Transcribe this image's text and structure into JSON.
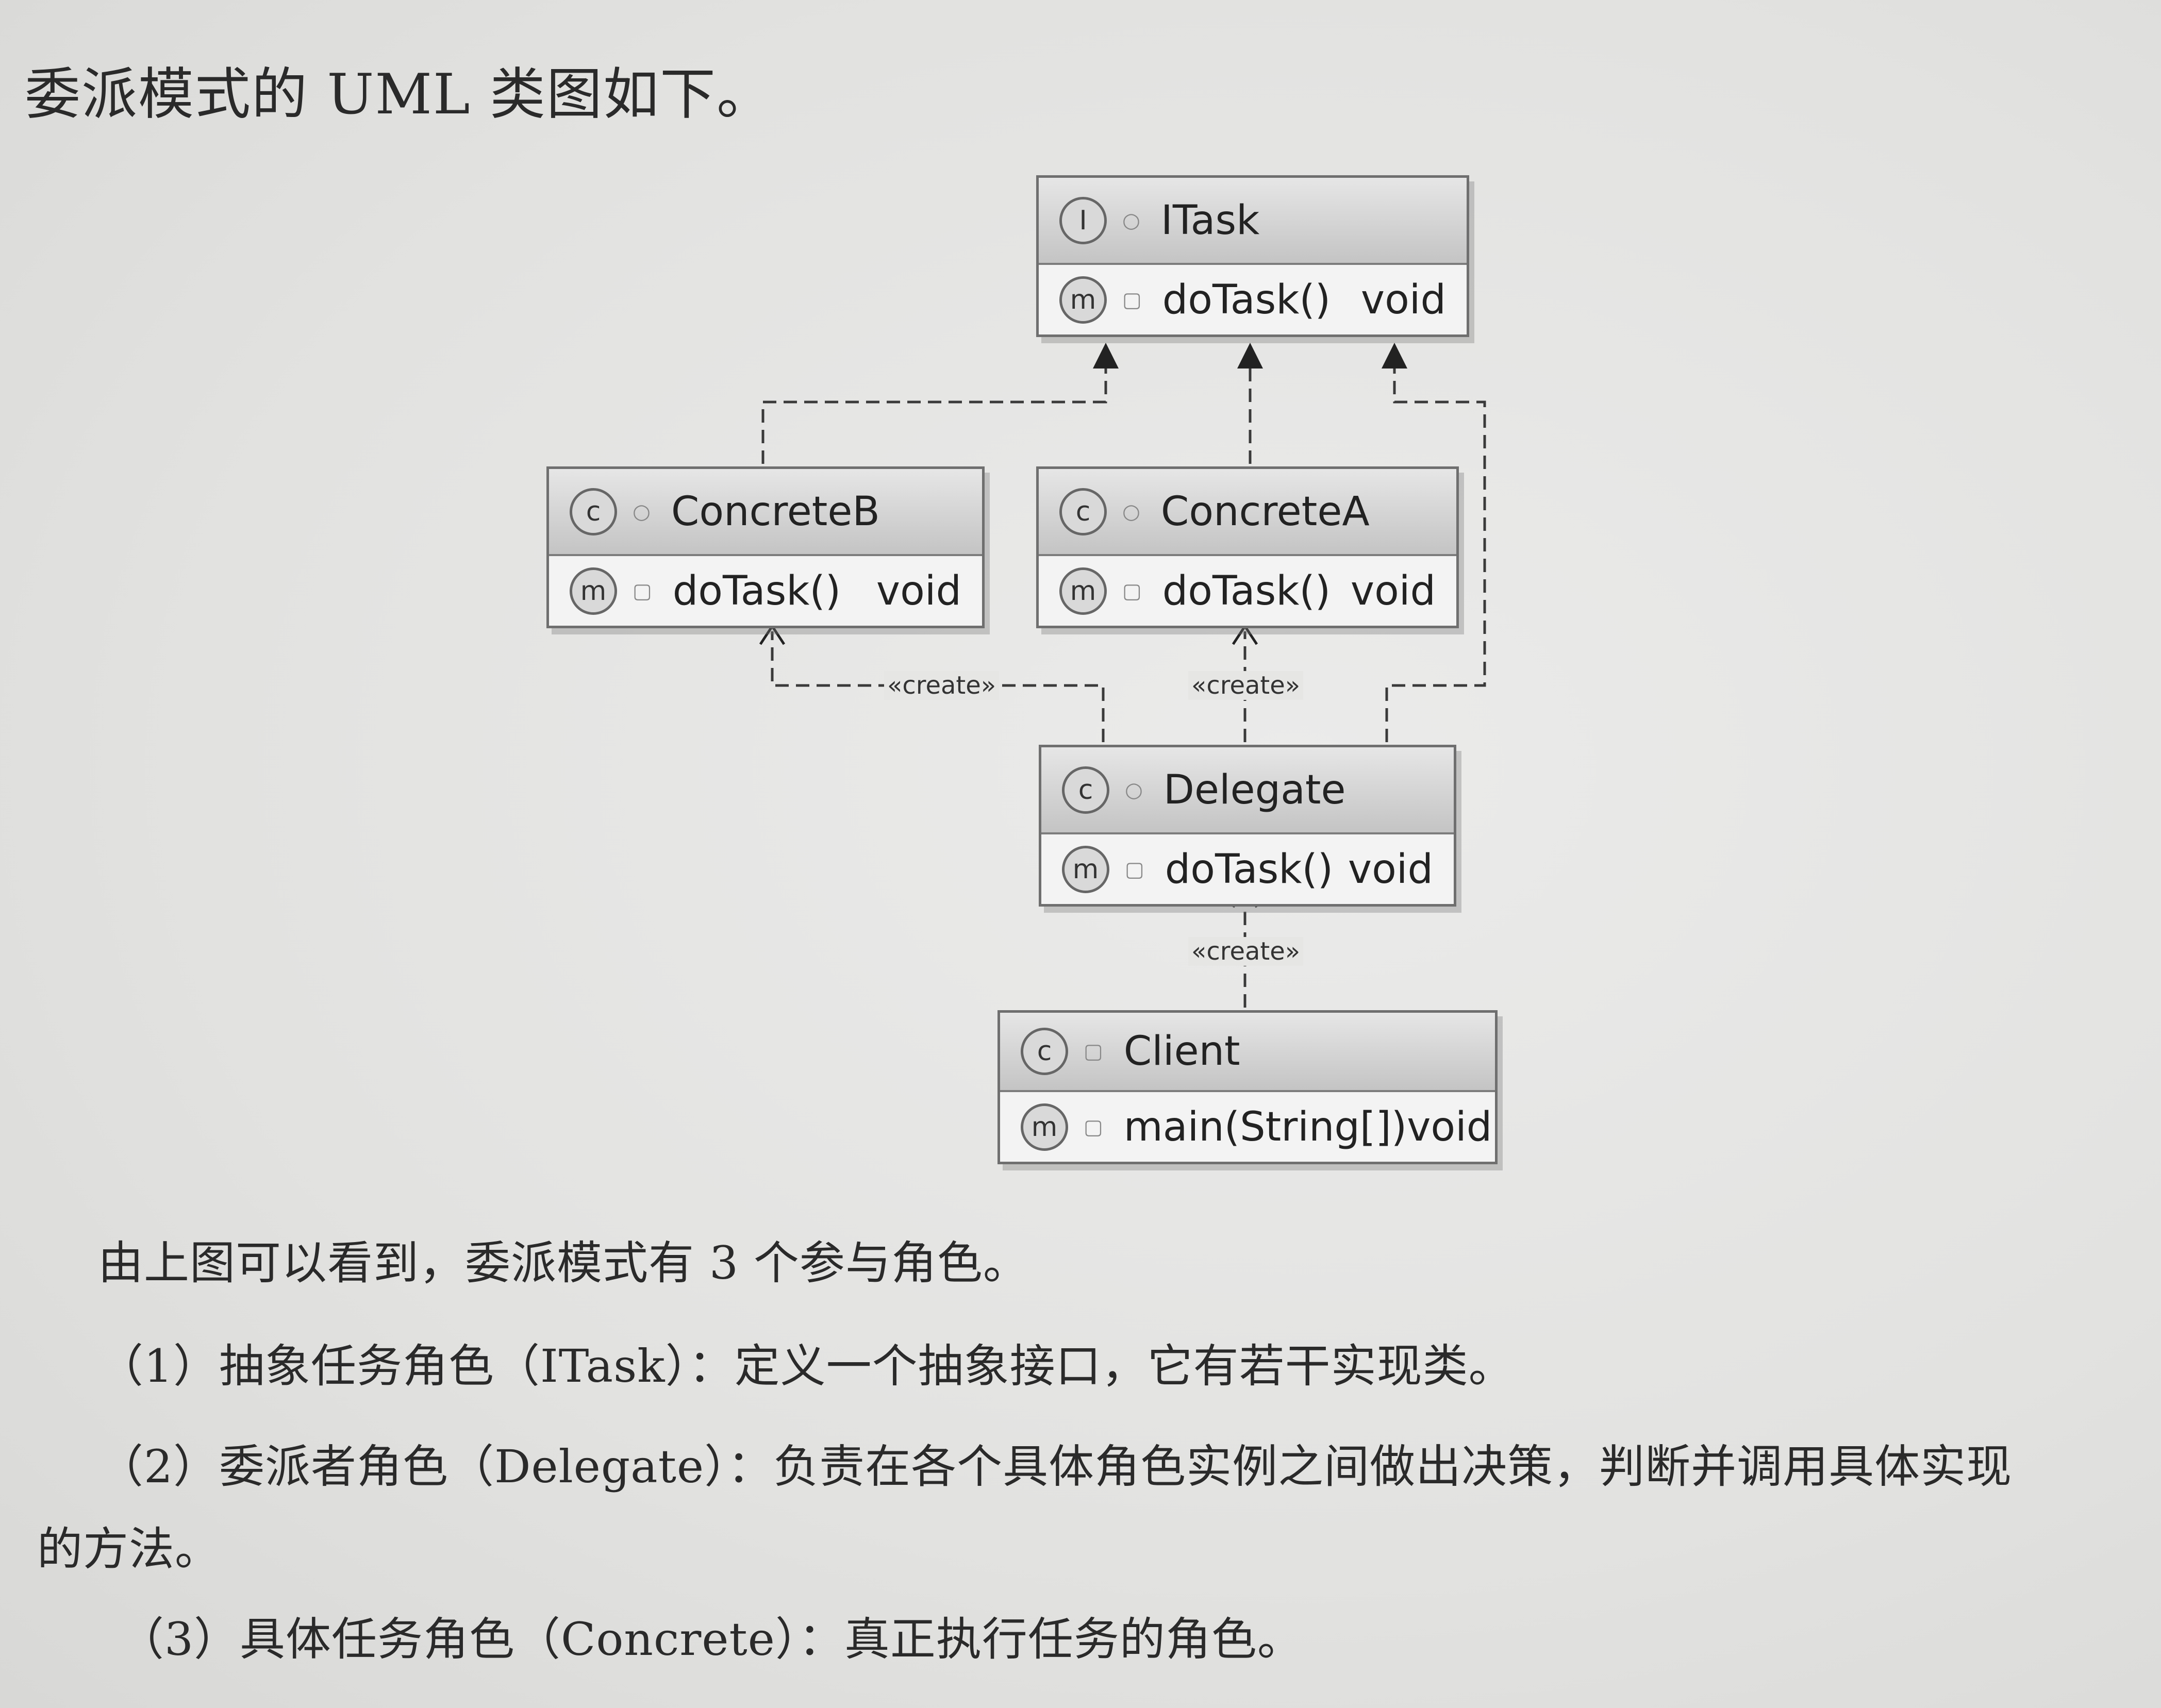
{
  "intro": "委派模式的 UML 类图如下。",
  "uml": {
    "classes": {
      "itask": {
        "icon": "I",
        "name": "ITask",
        "method": "doTask()",
        "ret": "void"
      },
      "concrete_b": {
        "icon": "c",
        "name": "ConcreteB",
        "method": "doTask()",
        "ret": "void"
      },
      "concrete_a": {
        "icon": "c",
        "name": "ConcreteA",
        "method": "doTask()",
        "ret": "void"
      },
      "delegate": {
        "icon": "c",
        "name": "Delegate",
        "method": "doTask()",
        "ret": "void"
      },
      "client": {
        "icon": "c",
        "name": "Client",
        "method": "main(String[])",
        "ret": "void"
      }
    },
    "method_icon": "m",
    "stereotype_b": "«create»",
    "stereotype_a": "«create»",
    "stereotype_d": "«create»"
  },
  "paragraphs": {
    "summary": "由上图可以看到，委派模式有 3 个参与角色。",
    "role1": "（1）抽象任务角色（ITask）：定义一个抽象接口，它有若干实现类。",
    "role2": "（2）委派者角色（Delegate）：负责在各个具体角色实例之间做出决策，判断并调用具体实现",
    "role2_cont": "的方法。",
    "role3": "（3）具体任务角色（Concrete）：真正执行任务的角色。"
  }
}
